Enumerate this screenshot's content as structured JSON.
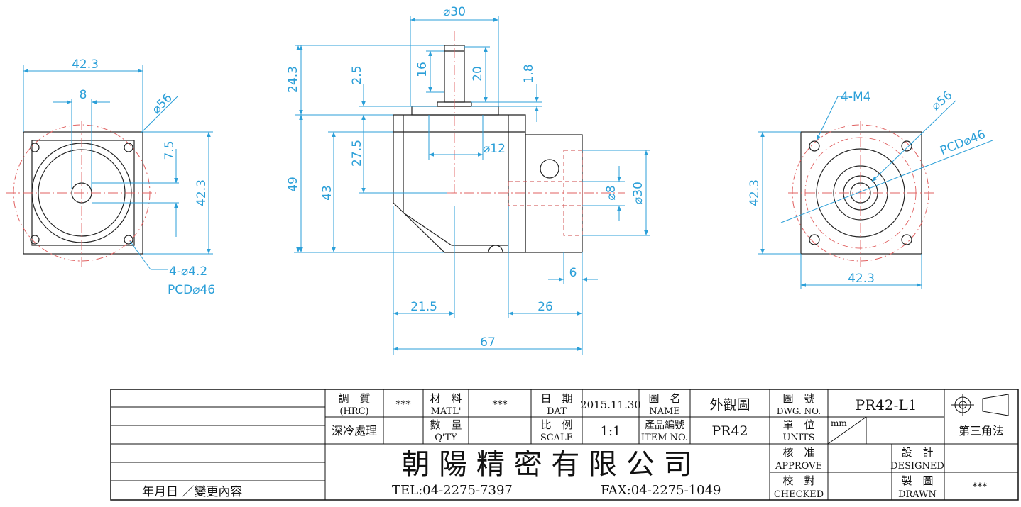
{
  "colors": {
    "dimension": "#2b9fd8",
    "outline": "#222222",
    "centerline": "#e06060",
    "titleblock": "#111111"
  },
  "left_view": {
    "dims": {
      "width": "42.3",
      "keyway": "8",
      "outer": "⌀56",
      "offset": "7.5",
      "height": "42.3"
    },
    "note_holes": "4-⌀4.2",
    "note_pcd": "PCD⌀46"
  },
  "front_view": {
    "dims": {
      "shaft_dia": "⌀30",
      "shaft_len": "24.3",
      "key_offset": "2.5",
      "key_len": "16",
      "shaft_len2": "20",
      "shoulder": "1.8",
      "upper_h": "27.5",
      "pilot": "⌀12",
      "total_h": "49",
      "body_h": "43",
      "bore": "⌀8",
      "flange_dia": "⌀30",
      "flange_t": "6",
      "left_w": "21.5",
      "right_w": "26",
      "total_w": "67"
    }
  },
  "right_view": {
    "dims": {
      "taps": "4-M4",
      "outer": "⌀56",
      "pcd": "PCD⌀46",
      "height": "42.3",
      "width": "42.3"
    }
  },
  "title_block": {
    "revision_label": "年月日 ／變更內容",
    "hrc_zh": "調　質",
    "hrc_en": "(HRC)",
    "hrc_value": "***",
    "process": "深冷處理",
    "matl_zh": "材　料",
    "matl_en": "MATL'",
    "matl_value": "***",
    "qty_zh": "數　量",
    "qty_en": "Q'TY",
    "date_zh": "日　期",
    "date_en": "DAT",
    "date_value": "2015.11.30",
    "scale_zh": "比　例",
    "scale_en": "SCALE",
    "scale_value": "1:1",
    "name_zh": "圖　名",
    "name_en": "NAME",
    "name_value": "外觀圖",
    "item_zh": "產品編號",
    "item_en": "ITEM NO.",
    "item_value": "PR42",
    "dwg_zh": "圖　號",
    "dwg_en": "DWG. NO.",
    "dwg_value": "PR42-L1",
    "units_zh": "單　位",
    "units_en": "UNITS",
    "units_value": "mm",
    "projection": "第三角法",
    "company": "朝 陽 精 密 有 限 公 司",
    "tel": "TEL:04-2275-7397",
    "fax": "FAX:04-2275-1049",
    "approve_zh": "核　准",
    "approve_en": "APPROVE",
    "checked_zh": "校　對",
    "checked_en": "CHECKED",
    "designed_zh": "設　計",
    "designed_en": "DESIGNED",
    "drawn_zh": "製　圖",
    "drawn_en": "DRAWN",
    "drawn_value": "***"
  }
}
